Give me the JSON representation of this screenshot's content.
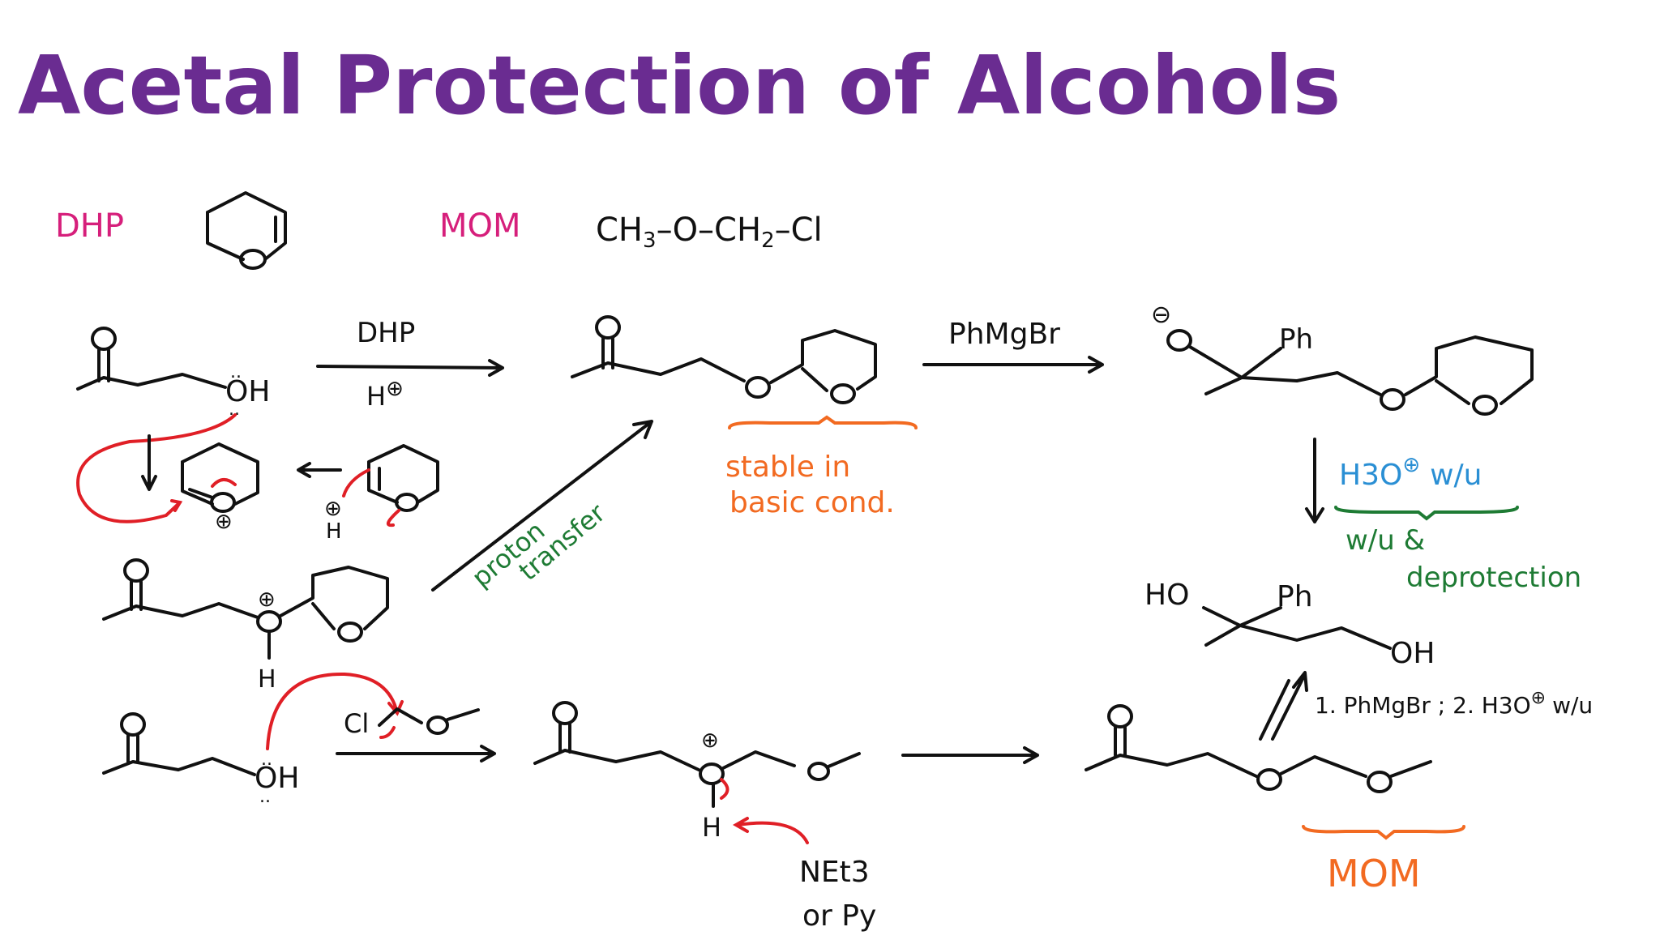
{
  "title": "Acetal Protection of Alcohols",
  "legend": {
    "dhp_label": "DHP",
    "mom_label": "MOM",
    "mom_formula_a": "CH",
    "mom_formula_sub3": "3",
    "mom_formula_b": "–O–CH",
    "mom_formula_sub2": "2",
    "mom_formula_c": "–Cl"
  },
  "dhp_route": {
    "reagent_top": "DHP",
    "reagent_bottom": "H",
    "plus": "⊕",
    "oh_label": "OH",
    "grignard_label": "PhMgBr",
    "ph_label": "Ph",
    "stable_line1": "stable in",
    "stable_line2": "basic cond.",
    "proton_line1": "proton",
    "proton_line2": "transfer",
    "h_label": "H",
    "o_label": "O",
    "minus": "⊖",
    "workup_h3o": "H3O",
    "workup_wu": "w/u",
    "workup_note_line1": "w/u &",
    "workup_note_line2": "deprotection",
    "product_ho": "HO",
    "product_ph": "Ph",
    "product_oh": "OH"
  },
  "mom_route": {
    "cl_label": "Cl",
    "oh_label": "OH",
    "h_label": "H",
    "base_line1": "NEt3",
    "base_line2": "or Py",
    "mom_bracket_label": "MOM",
    "steps_label": "1. PhMgBr ; 2. H3O",
    "steps_wu": "w/u"
  }
}
